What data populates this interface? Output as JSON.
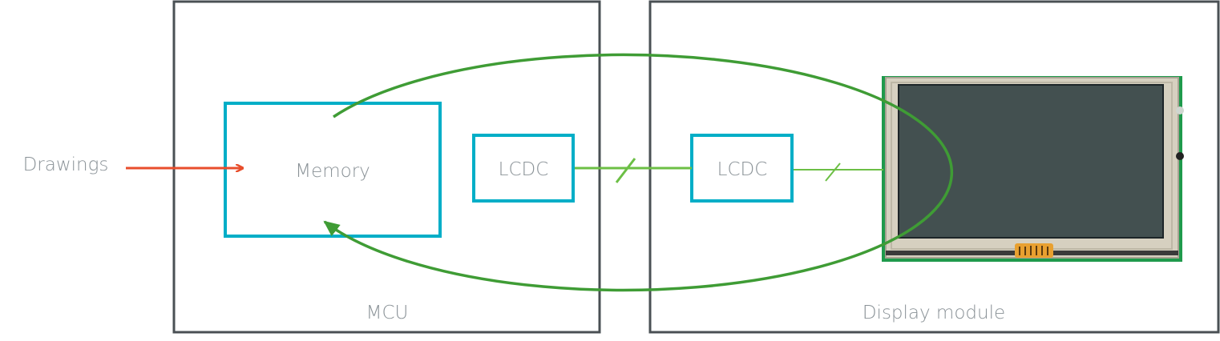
{
  "labels": {
    "input": "Drawings",
    "memory": "Memory",
    "lcdc_mcu": "LCDC",
    "lcdc_display": "LCDC",
    "mcu": "MCU",
    "display_module": "Display module"
  },
  "colors": {
    "frame": "#4a5054",
    "block": "#00aec7",
    "bus": "#6cbf45",
    "loop": "#3f9c35",
    "input_arrow": "#e84e2c",
    "text": "#8a9297"
  }
}
